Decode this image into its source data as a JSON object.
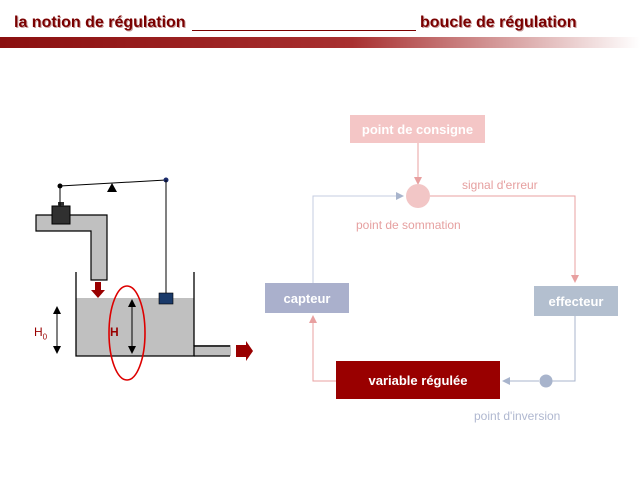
{
  "header": {
    "left_title": "la notion de régulation",
    "right_title": "boucle de régulation"
  },
  "tank": {
    "h0_label": "H",
    "h0_sub": "0",
    "h_label": "H"
  },
  "loop": {
    "setpoint": "point de consigne",
    "error_signal": "signal d'erreur",
    "summing_point": "point de sommation",
    "sensor": "capteur",
    "effector": "effecteur",
    "controlled_variable": "variable régulée",
    "inversion_point": "point d'inversion"
  },
  "colors": {
    "title": "#7a0000",
    "controlled_variable_box": "#990000",
    "setpoint_box": "#f4c6c6",
    "sensor_box": "#aab0cc",
    "effector_box": "#b3bfcf",
    "water": "#c0c0c0"
  }
}
